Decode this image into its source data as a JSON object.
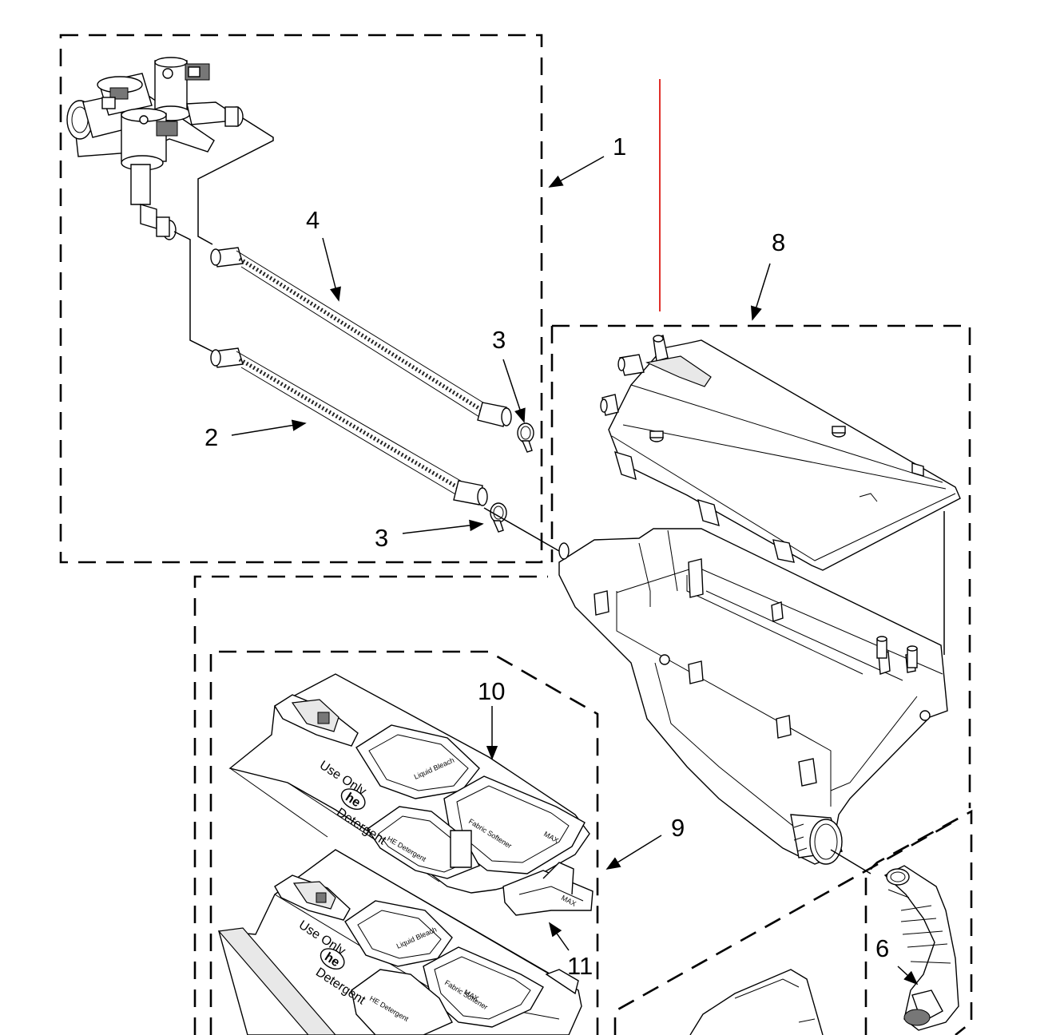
{
  "diagram": {
    "callouts": [
      {
        "id": "1",
        "text": "1"
      },
      {
        "id": "2",
        "text": "2"
      },
      {
        "id": "3a",
        "text": "3"
      },
      {
        "id": "3b",
        "text": "3"
      },
      {
        "id": "4",
        "text": "4"
      },
      {
        "id": "6",
        "text": "6"
      },
      {
        "id": "8",
        "text": "8"
      },
      {
        "id": "9",
        "text": "9"
      },
      {
        "id": "10",
        "text": "10"
      },
      {
        "id": "11",
        "text": "11"
      }
    ],
    "dispenser_tray": {
      "upper": {
        "logo_line1": "Use Only",
        "logo_mark": "he",
        "logo_line2": "Detergent",
        "cup_label_bleach": "Liquid Bleach",
        "cup_label_softener": "Fabric Softener",
        "cup_label_detergent": "HE Detergent",
        "max_label": "MAX"
      },
      "lower": {
        "logo_line1": "Use Only",
        "logo_mark": "he",
        "logo_line2": "Detergent",
        "cup_label_bleach": "Liquid Bleach",
        "cup_label_softener": "Fabric Softener",
        "cup_label_detergent": "HE Detergent",
        "max_label": "MAX"
      },
      "insert_max_label": "MAX"
    },
    "colors": {
      "line": "#000000",
      "marker_line": "#e0302a",
      "background": "#ffffff"
    }
  }
}
